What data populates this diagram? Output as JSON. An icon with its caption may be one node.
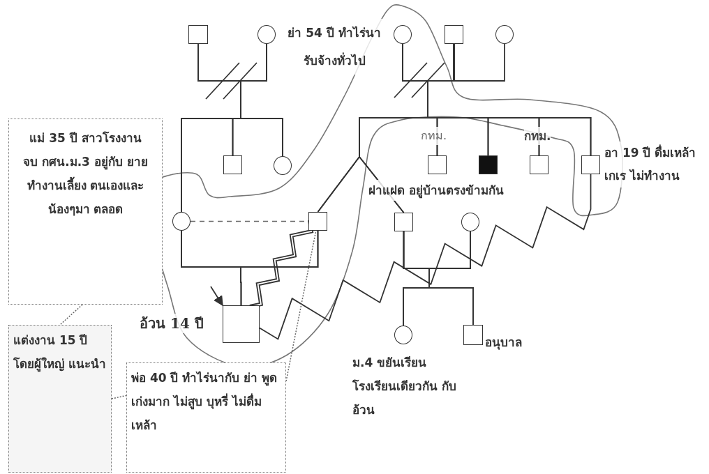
{
  "diagram": {
    "nodes": [
      {
        "text": [],
        "shape": "box"
      },
      {
        "text": [],
        "shape": "circle"
      },
      {
        "text": [],
        "shape": "circle",
        "beside": [
          "ย่า 54 ปี ทำไร่นา รับจ้างทั่วไป"
        ]
      },
      {
        "text": [],
        "shape": "box"
      },
      {
        "text": [],
        "shape": "circle"
      },
      {
        "text": [],
        "shape": "box"
      },
      {
        "text": [],
        "shape": "circle"
      },
      {
        "text": [],
        "shape": "circle"
      },
      {
        "text": [],
        "shape": "box"
      },
      {
        "text": [],
        "shape": "box"
      },
      {
        "text": [],
        "shape": "circle"
      },
      {
        "text": [],
        "shape": "box",
        "beside": [
          "กทม."
        ]
      },
      {
        "text": [],
        "shape": "box"
      },
      {
        "text": [],
        "shape": "box",
        "beside": [
          "กทม."
        ]
      },
      {
        "text": [],
        "shape": "box",
        "beside": [
          "อา 19 ปี ดื่มเหล้า เกเร ไม่ทำงาน"
        ]
      },
      {
        "text": [],
        "shape": "box",
        "beside": [
          "อ้วน 14 ปี"
        ]
      },
      {
        "text": [],
        "shape": "circle",
        "beside": [
          "ม.4 ขยันเรียน โรงเรียนเดียวกัน กับอ้วน"
        ]
      },
      {
        "text": [],
        "shape": "box",
        "beside": [
          "อนุบาล"
        ]
      },
      {
        "text": [
          "แม่ 35 ปี สาวโรงงาน จบ กศน.ม.3 อยู่กับ ยาย ทำงานเลี้ยง ตนเองและน้องๆมา ตลอด"
        ]
      },
      {
        "text": [
          "แต่งงาน 15 ปี โดยผู้ใหญ่ แนะนำ"
        ]
      },
      {
        "text": [
          "พ่อ 40 ปี ทำไร่นากับ ย่า พูดเก่งมาก ไม่สูบ บุหรี่ ไม่ดื่มเหล้า"
        ]
      }
    ],
    "edges": [
      {
        "from": 0,
        "to": 1,
        "arrow": "none"
      },
      {
        "from": 0,
        "to": 7,
        "arrow": "none"
      },
      {
        "from": 1,
        "to": 7,
        "arrow": "none"
      },
      {
        "from": 0,
        "to": 5,
        "arrow": "none"
      },
      {
        "from": 1,
        "to": 5,
        "arrow": "none"
      },
      {
        "from": 0,
        "to": 6,
        "arrow": "none"
      },
      {
        "from": 1,
        "to": 6,
        "arrow": "none"
      },
      {
        "from": 2,
        "to": 3,
        "arrow": "none"
      },
      {
        "from": 3,
        "to": 4,
        "arrow": "none"
      },
      {
        "from": 2,
        "to": 8,
        "arrow": "none"
      },
      {
        "from": 3,
        "to": 8,
        "arrow": "none"
      },
      {
        "from": 2,
        "to": 9,
        "arrow": "none"
      },
      {
        "from": 3,
        "to": 9,
        "arrow": "none"
      },
      {
        "from": 2,
        "to": 11,
        "arrow": "none"
      },
      {
        "from": 3,
        "to": 11,
        "arrow": "none"
      },
      {
        "from": 2,
        "to": 12,
        "arrow": "none"
      },
      {
        "from": 3,
        "to": 12,
        "arrow": "none"
      },
      {
        "from": 2,
        "to": 13,
        "arrow": "none"
      },
      {
        "from": 3,
        "to": 13,
        "arrow": "none"
      },
      {
        "from": 2,
        "to": 14,
        "arrow": "none"
      },
      {
        "from": 3,
        "to": 14,
        "arrow": "none"
      },
      {
        "from": 7,
        "to": 8,
        "arrow": "none"
      },
      {
        "from": 7,
        "to": 8,
        "arrow": "none",
        "style": "dashed"
      },
      {
        "from": 7,
        "to": 15,
        "arrow": "none"
      },
      {
        "from": 8,
        "to": 15,
        "arrow": "none"
      },
      {
        "from": 9,
        "to": 10,
        "arrow": "none"
      },
      {
        "from": 9,
        "to": 16,
        "arrow": "none"
      },
      {
        "from": 10,
        "to": 16,
        "arrow": "none"
      },
      {
        "from": 9,
        "to": 17,
        "arrow": "none"
      },
      {
        "from": 10,
        "to": 17,
        "arrow": "none"
      },
      {
        "from": 15,
        "to": 8,
        "arrow": "none"
      },
      {
        "from": 15,
        "to": 14,
        "arrow": "none"
      },
      {
        "from": null,
        "to": 15,
        "arrow": "to"
      },
      {
        "from": 18,
        "to": 19,
        "arrow": "none",
        "style": "dashed"
      },
      {
        "from": 19,
        "to": 20,
        "arrow": "none",
        "style": "dashed"
      },
      {
        "from": 20,
        "to": 8,
        "arrow": "none",
        "style": "dashed"
      }
    ],
    "labels": [
      "ฝาแฝด อยู่บ้านตรงข้ามกัน"
    ]
  }
}
